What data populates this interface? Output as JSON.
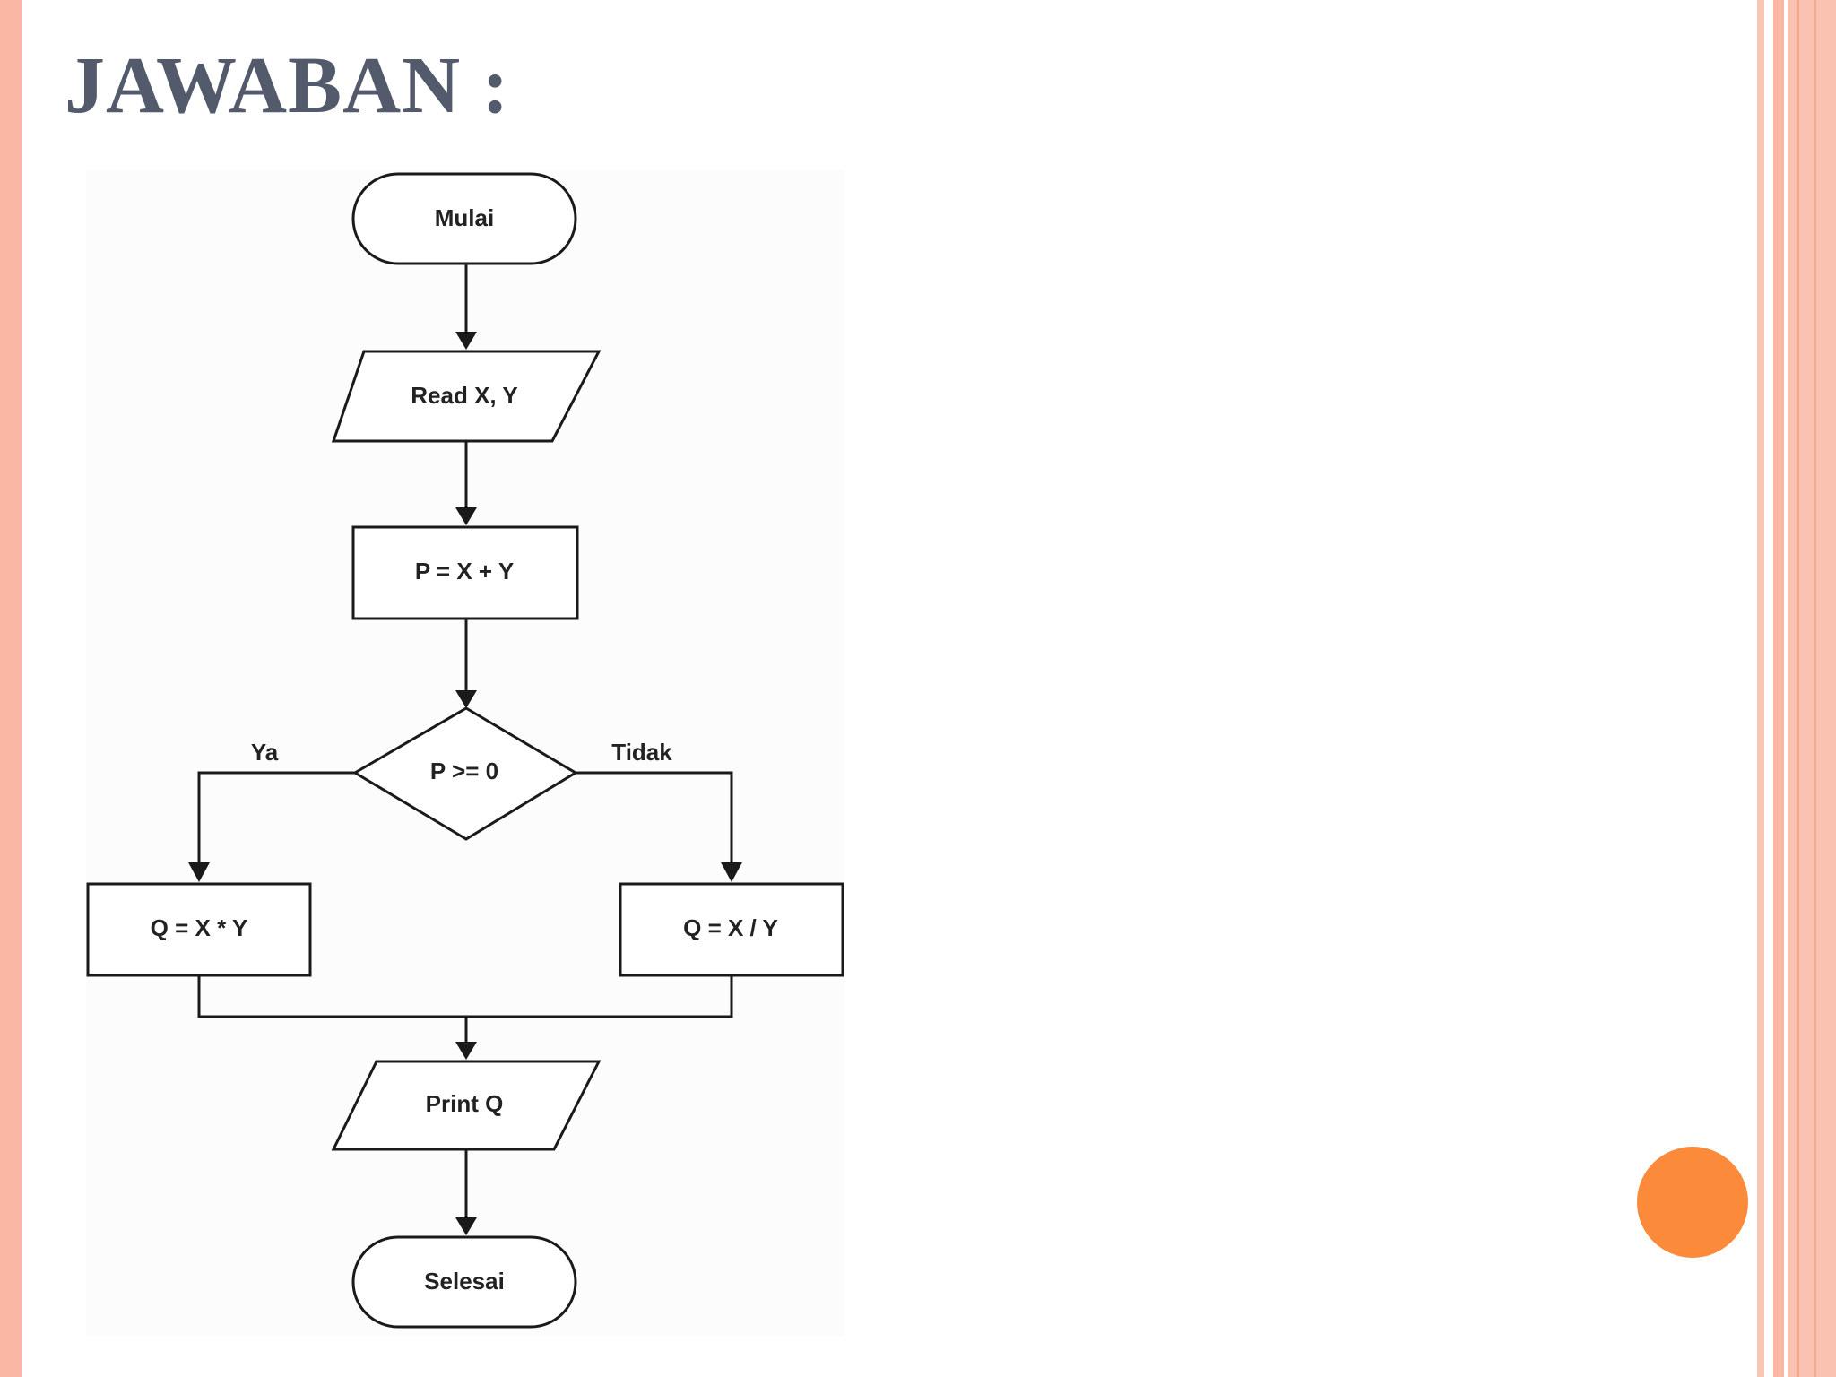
{
  "slide": {
    "title": "JAWABAN :",
    "accent_color": "#fb8a3b"
  },
  "flowchart": {
    "nodes": {
      "start": "Mulai",
      "input": "Read X, Y",
      "process_p": "P = X + Y",
      "decision": "P >= 0",
      "process_yes": "Q = X * Y",
      "process_no": "Q = X / Y",
      "output": "Print Q",
      "end": "Selesai"
    },
    "edge_labels": {
      "yes": "Ya",
      "no": "Tidak"
    }
  }
}
